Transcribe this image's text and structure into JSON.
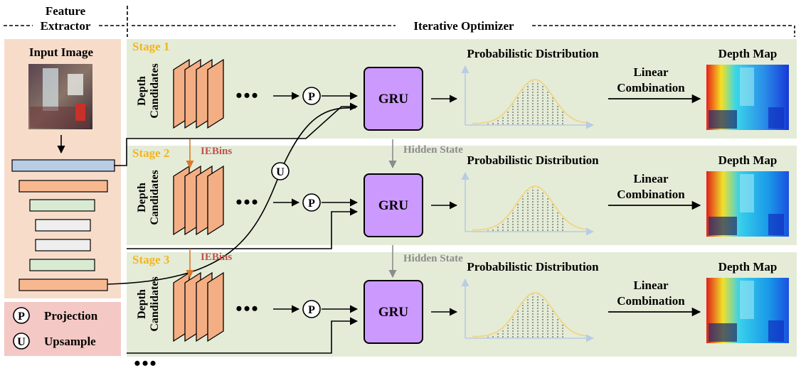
{
  "header": {
    "feature_extractor": [
      "Feature",
      "Extractor"
    ],
    "iterative_optimizer": "Iterative Optimizer"
  },
  "input_image_label": "Input Image",
  "legend": {
    "projection_symbol": "P",
    "projection_label": "Projection",
    "upsample_symbol": "U",
    "upsample_label": "Upsample"
  },
  "stages": [
    {
      "title": "Stage 1",
      "candidates": [
        "Depth",
        "Candidates"
      ],
      "ellipsis": "•••",
      "proj": "P",
      "gru": "GRU",
      "distribution": "Probabilistic Distribution",
      "combination": [
        "Linear",
        "Combination"
      ],
      "output": "Depth Map"
    },
    {
      "title": "Stage 2",
      "candidates": [
        "Depth",
        "Candidates"
      ],
      "ellipsis": "•••",
      "proj": "P",
      "gru": "GRU",
      "distribution": "Probabilistic Distribution",
      "combination": [
        "Linear",
        "Combination"
      ],
      "output": "Depth Map"
    },
    {
      "title": "Stage 3",
      "candidates": [
        "Depth",
        "Candidates"
      ],
      "ellipsis": "•••",
      "proj": "P",
      "gru": "GRU",
      "distribution": "Probabilistic Distribution",
      "combination": [
        "Linear",
        "Combination"
      ],
      "output": "Depth Map"
    }
  ],
  "transitions": {
    "iebins": "IEBins",
    "hidden_state": "Hidden State",
    "upsample_symbol": "U"
  },
  "more_stages": "•••",
  "colors": {
    "extractor_bg": "#f8dcca",
    "legend_bg": "#f4c8c4",
    "stage_bg": "#e4ecd8",
    "stage_title": "#f2b51f",
    "candidate_fill": "#f4ae84",
    "gru_fill": "#cc99ff",
    "iebins": "#c0504d",
    "iebins_arrow": "#d97a2a",
    "hidden_state": "#8c8c8c",
    "gaussian": "#f0d68a",
    "dist_axis": "#b8cce4"
  }
}
